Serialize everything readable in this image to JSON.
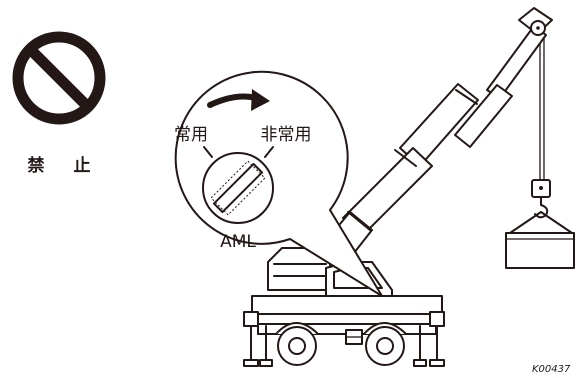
{
  "prohibition": {
    "label_left": "禁",
    "label_right": "止",
    "icon": "prohibition-icon"
  },
  "aml_callout": {
    "switch_left_label": "常用",
    "switch_right_label": "非常用",
    "switch_name_label": "AML",
    "arrow_icon": "curved-arrow-right-icon"
  },
  "figure_code": "K00437",
  "colors": {
    "line": "#231815",
    "background": "#ffffff"
  }
}
